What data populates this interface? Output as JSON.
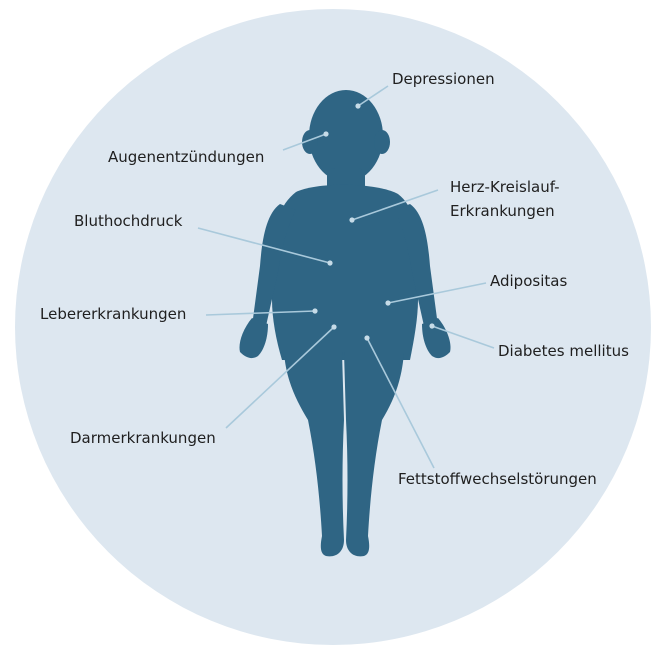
{
  "colors": {
    "background_circle": "#dde7f0",
    "silhouette": "#2f6584",
    "leader_line": "#a9c9db",
    "text": "#1f1f1f"
  },
  "labels": [
    {
      "id": "depressionen",
      "lines": [
        "Depressionen"
      ]
    },
    {
      "id": "augen",
      "lines": [
        "Augenentzündungen"
      ]
    },
    {
      "id": "herz",
      "lines": [
        "Herz-Kreislauf-",
        "Erkrankungen"
      ]
    },
    {
      "id": "blut",
      "lines": [
        "Bluthochdruck"
      ]
    },
    {
      "id": "adipositas",
      "lines": [
        "Adipositas"
      ]
    },
    {
      "id": "leber",
      "lines": [
        "Lebererkrankungen"
      ]
    },
    {
      "id": "diabetes",
      "lines": [
        "Diabetes mellitus"
      ]
    },
    {
      "id": "darm",
      "lines": [
        "Darmerkrankungen"
      ]
    },
    {
      "id": "fett",
      "lines": [
        "Fettstoffwechselstörungen"
      ]
    }
  ]
}
